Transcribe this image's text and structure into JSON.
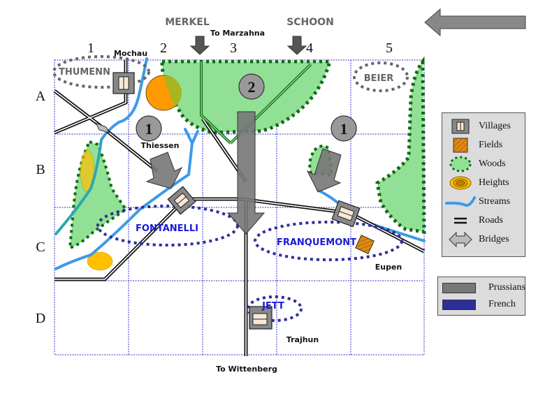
{
  "map": {
    "column_labels": [
      "1",
      "2",
      "3",
      "4",
      "5"
    ],
    "row_labels": [
      "A",
      "B",
      "C",
      "D"
    ],
    "commanders_top": [
      "MERKEL",
      "SCHOON"
    ],
    "direction_arrow": "left",
    "place_labels": {
      "to_marzahna": "To Marzahna",
      "mochau": "Mochau",
      "thiessen": "Thiessen",
      "eupen": "Eupen",
      "trajhun": "Trajhun",
      "to_wittenberg": "To Wittenberg"
    },
    "prussian_commanders": {
      "thumenn": "THUMENN",
      "beier": "BEIER"
    },
    "french_commanders": {
      "fontanelli": "FONTANELLI",
      "franquemont": "FRANQUEMONT",
      "jett": "JETT"
    },
    "unit_markers": [
      "1",
      "2",
      "1"
    ]
  },
  "legend": {
    "terrain": [
      {
        "icon": "village-icon",
        "label": "Villages"
      },
      {
        "icon": "field-icon",
        "label": "Fields"
      },
      {
        "icon": "woods-icon",
        "label": "Woods"
      },
      {
        "icon": "heights-icon",
        "label": "Heights"
      },
      {
        "icon": "stream-icon",
        "label": "Streams"
      },
      {
        "icon": "road-icon",
        "label": "Roads"
      },
      {
        "icon": "bridge-icon",
        "label": "Bridges"
      }
    ],
    "forces": [
      {
        "label": "Prussians",
        "color": "#777777"
      },
      {
        "label": "French",
        "color": "#2e2e9a"
      }
    ]
  },
  "colors": {
    "woods_fill": "#92e096",
    "woods_border": "#0f6b14",
    "stream": "#3c9ae8",
    "grid": "#3030d0",
    "prussian": "#777777",
    "prussian_ring": "#666666",
    "french": "#2e2e9a",
    "french_text": "#1a1ad6",
    "heights": "#ffc000",
    "orange": "#ff9900"
  }
}
